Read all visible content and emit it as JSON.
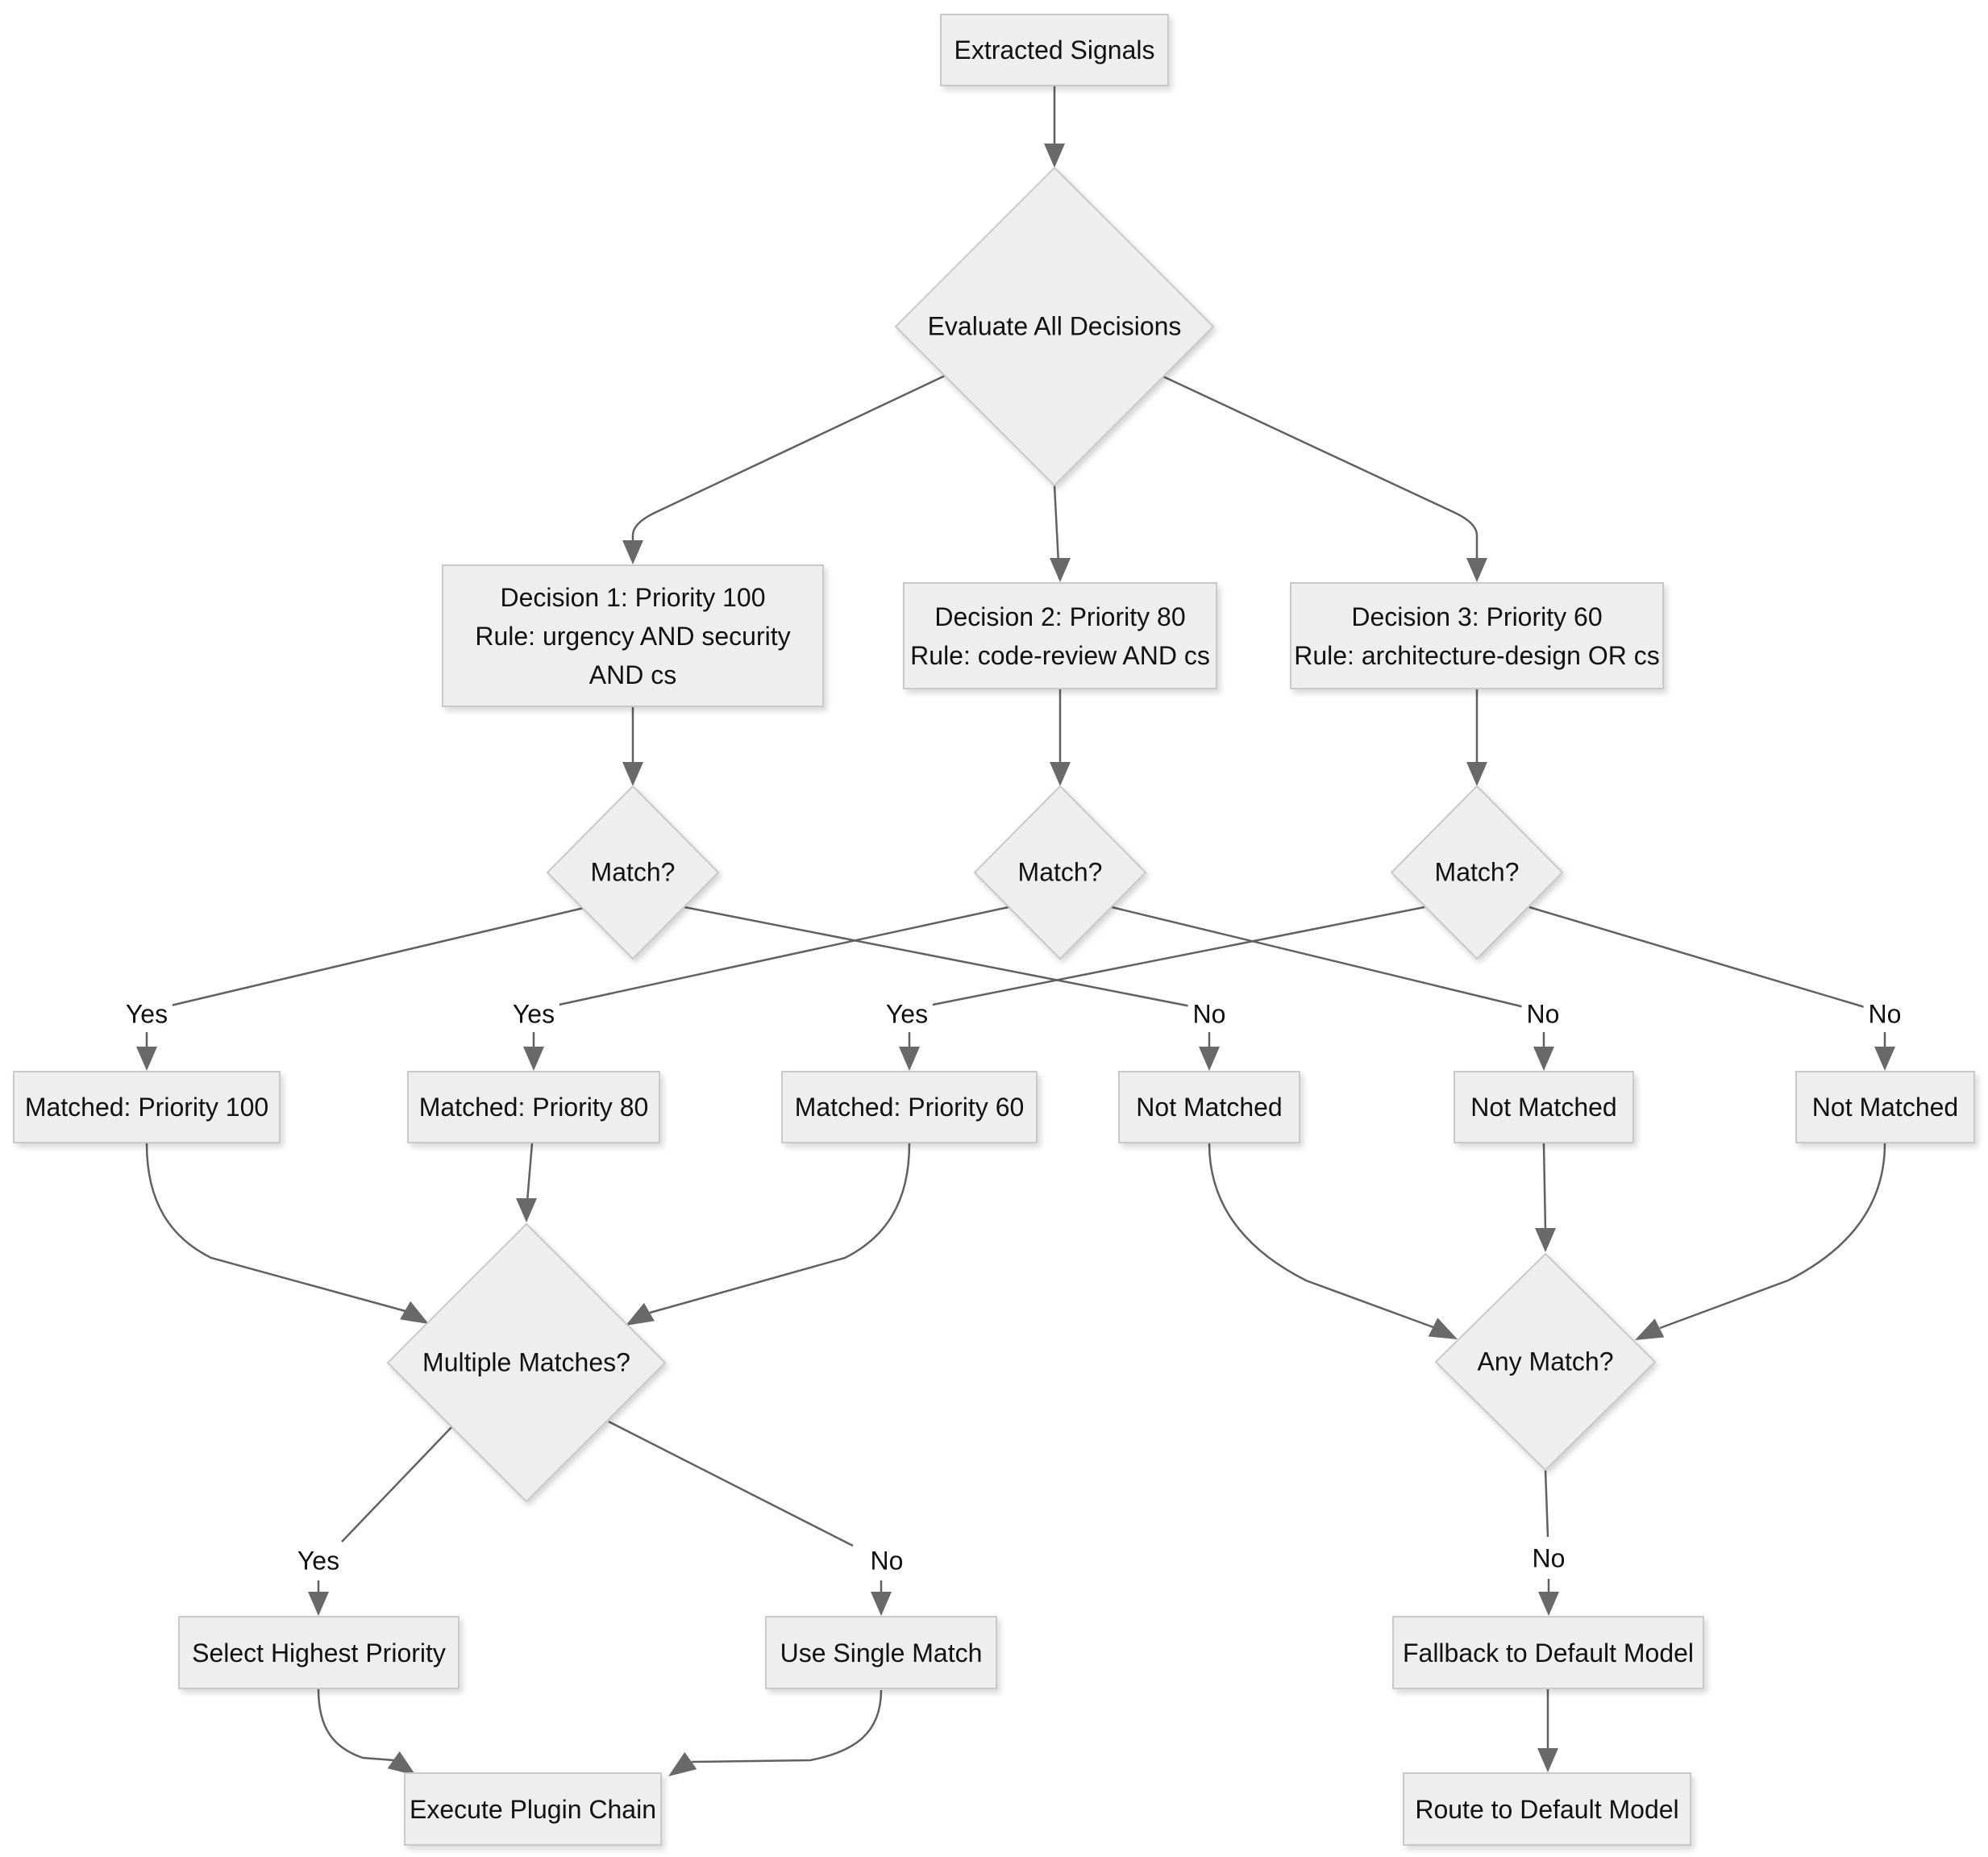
{
  "diagram": {
    "type": "flowchart",
    "direction": "top-down",
    "background": "#ffffff",
    "style": {
      "node_fill": "#eeeeee",
      "node_border": "#c9c9c9",
      "edge_color": "#616161",
      "arrow_color": "#696969",
      "text_color": "#111111"
    },
    "nodes": {
      "extracted_signals": {
        "label": "Extracted Signals",
        "shape": "rect"
      },
      "evaluate_all": {
        "label": "Evaluate All Decisions",
        "shape": "diamond"
      },
      "decision1": {
        "label": "Decision 1: Priority 100\nRule: urgency AND security\nAND cs",
        "shape": "rect"
      },
      "decision2": {
        "label": "Decision 2: Priority 80\nRule: code-review AND cs",
        "shape": "rect"
      },
      "decision3": {
        "label": "Decision 3: Priority 60\nRule: architecture-design OR cs",
        "shape": "rect"
      },
      "match1": {
        "label": "Match?",
        "shape": "diamond"
      },
      "match2": {
        "label": "Match?",
        "shape": "diamond"
      },
      "match3": {
        "label": "Match?",
        "shape": "diamond"
      },
      "matched_100": {
        "label": "Matched: Priority 100",
        "shape": "rect"
      },
      "matched_80": {
        "label": "Matched: Priority 80",
        "shape": "rect"
      },
      "matched_60": {
        "label": "Matched: Priority 60",
        "shape": "rect"
      },
      "not_matched_1": {
        "label": "Not Matched",
        "shape": "rect"
      },
      "not_matched_2": {
        "label": "Not Matched",
        "shape": "rect"
      },
      "not_matched_3": {
        "label": "Not Matched",
        "shape": "rect"
      },
      "multiple_matches": {
        "label": "Multiple Matches?",
        "shape": "diamond"
      },
      "any_match": {
        "label": "Any Match?",
        "shape": "diamond"
      },
      "select_highest": {
        "label": "Select Highest Priority",
        "shape": "rect"
      },
      "use_single": {
        "label": "Use Single Match",
        "shape": "rect"
      },
      "fallback_default": {
        "label": "Fallback to Default Model",
        "shape": "rect"
      },
      "execute_chain": {
        "label": "Execute Plugin Chain",
        "shape": "rect"
      },
      "route_default": {
        "label": "Route to Default Model",
        "shape": "rect"
      }
    },
    "edge_labels": {
      "match1_yes": "Yes",
      "match1_no": "No",
      "match2_yes": "Yes",
      "match2_no": "No",
      "match3_yes": "Yes",
      "match3_no": "No",
      "multiple_yes": "Yes",
      "multiple_no": "No",
      "any_match_no": "No"
    },
    "edges": [
      {
        "from": "extracted_signals",
        "to": "evaluate_all",
        "label": ""
      },
      {
        "from": "evaluate_all",
        "to": "decision1",
        "label": ""
      },
      {
        "from": "evaluate_all",
        "to": "decision2",
        "label": ""
      },
      {
        "from": "evaluate_all",
        "to": "decision3",
        "label": ""
      },
      {
        "from": "decision1",
        "to": "match1",
        "label": ""
      },
      {
        "from": "decision2",
        "to": "match2",
        "label": ""
      },
      {
        "from": "decision3",
        "to": "match3",
        "label": ""
      },
      {
        "from": "match1",
        "to": "matched_100",
        "label": "Yes"
      },
      {
        "from": "match1",
        "to": "not_matched_1",
        "label": "No"
      },
      {
        "from": "match2",
        "to": "matched_80",
        "label": "Yes"
      },
      {
        "from": "match2",
        "to": "not_matched_2",
        "label": "No"
      },
      {
        "from": "match3",
        "to": "matched_60",
        "label": "Yes"
      },
      {
        "from": "match3",
        "to": "not_matched_3",
        "label": "No"
      },
      {
        "from": "matched_100",
        "to": "multiple_matches",
        "label": ""
      },
      {
        "from": "matched_80",
        "to": "multiple_matches",
        "label": ""
      },
      {
        "from": "matched_60",
        "to": "multiple_matches",
        "label": ""
      },
      {
        "from": "not_matched_1",
        "to": "any_match",
        "label": ""
      },
      {
        "from": "not_matched_2",
        "to": "any_match",
        "label": ""
      },
      {
        "from": "not_matched_3",
        "to": "any_match",
        "label": ""
      },
      {
        "from": "multiple_matches",
        "to": "select_highest",
        "label": "Yes"
      },
      {
        "from": "multiple_matches",
        "to": "use_single",
        "label": "No"
      },
      {
        "from": "any_match",
        "to": "fallback_default",
        "label": "No"
      },
      {
        "from": "select_highest",
        "to": "execute_chain",
        "label": ""
      },
      {
        "from": "use_single",
        "to": "execute_chain",
        "label": ""
      },
      {
        "from": "fallback_default",
        "to": "route_default",
        "label": ""
      }
    ]
  }
}
